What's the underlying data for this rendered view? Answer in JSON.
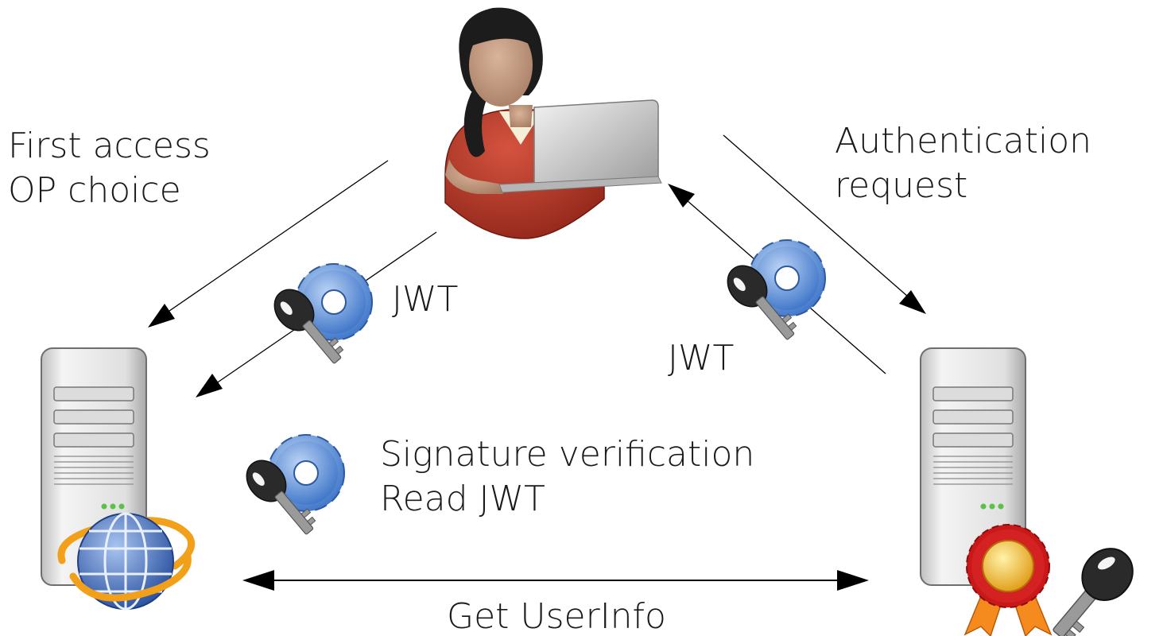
{
  "labels": {
    "first_access": "First access",
    "op_choice": "OP choice",
    "authentication": "Authentication",
    "request": "request",
    "jwt_left": "JWT",
    "jwt_right": "JWT",
    "signature_verification": "Signature verification",
    "read_jwt": "Read JWT",
    "get_userinfo": "Get UserInfo"
  },
  "colors": {
    "user_shirt": "#b83a2a",
    "skin": "#c9a184",
    "hair": "#1c1c1c",
    "laptop": "#c8c8c8",
    "server_body": "#e6e6e6",
    "gear_blue": "#5b8fd6",
    "key_black": "#2a2a2a",
    "globe_blue": "#3d6fc4",
    "orbit_orange": "#f2a01a",
    "ribbon_red": "#c81818",
    "medal_gold": "#f4b61d",
    "led_green": "#5cc04a"
  },
  "icons": [
    "user-with-laptop-icon",
    "server-icon",
    "globe-icon",
    "gear-key-icon",
    "award-ribbon-icon",
    "key-icon"
  ]
}
